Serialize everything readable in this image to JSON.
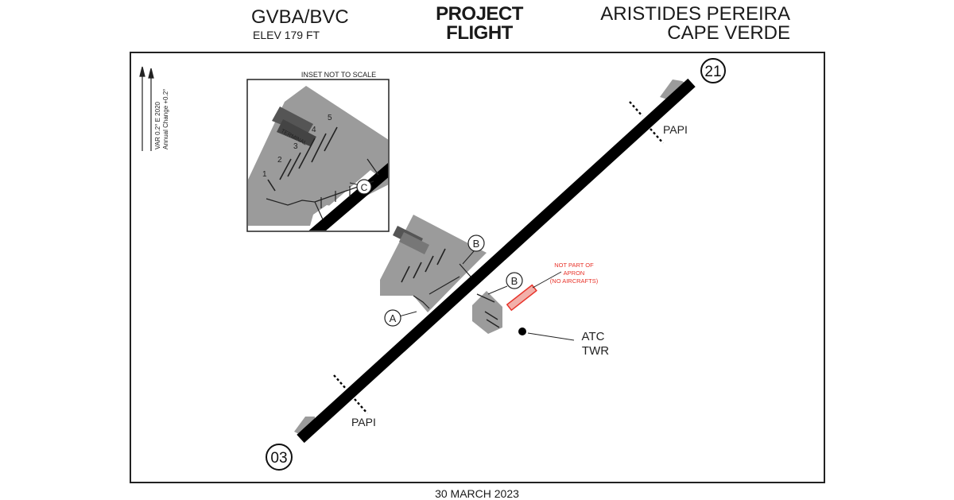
{
  "header": {
    "airport_code": "GVBA/BVC",
    "elevation": "ELEV 179 FT",
    "brand_line1": "PROJECT",
    "brand_line2": "FLIGHT",
    "airport_name": "ARISTIDES PEREIRA",
    "country": "CAPE VERDE"
  },
  "variation": {
    "line1": "VAR  0.2° E 2020",
    "line2": "Annual Change +0.2°"
  },
  "inset": {
    "title": "INSET NOT TO SCALE",
    "terminal_label": "TERMINAL",
    "stand_numbers": [
      "1",
      "2",
      "3",
      "4",
      "5"
    ],
    "taxiway": "C"
  },
  "runway": {
    "end_south": "03",
    "end_north": "21",
    "papi_label": "PAPI",
    "color": "#000000"
  },
  "taxiways": {
    "a": "A",
    "b": "B"
  },
  "annotation": {
    "line1": "NOT PART OF",
    "line2": "APRON",
    "line3": "(NO AIRCRAFTS)",
    "color": "#e8332a"
  },
  "tower": {
    "line1": "ATC",
    "line2": "TWR"
  },
  "apron_color": "#9b9b9b",
  "terminal_color": "#555555",
  "footer": {
    "date": "30 MARCH 2023"
  }
}
